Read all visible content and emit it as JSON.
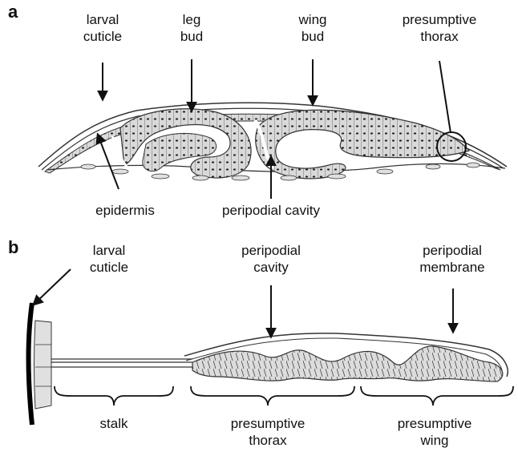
{
  "panel_a": {
    "letter": "a",
    "labels": {
      "larval_cuticle": [
        "larval",
        "cuticle"
      ],
      "leg_bud": [
        "leg",
        "bud"
      ],
      "wing_bud": [
        "wing",
        "bud"
      ],
      "presumptive_thorax": [
        "presumptive",
        "thorax"
      ],
      "epidermis": [
        "epidermis"
      ],
      "peripodial_cavity": [
        "peripodial cavity"
      ]
    }
  },
  "panel_b": {
    "letter": "b",
    "labels": {
      "larval_cuticle": [
        "larval",
        "cuticle"
      ],
      "peripodial_cavity": [
        "peripodial",
        "cavity"
      ],
      "peripodial_membrane": [
        "peripodial",
        "membrane"
      ],
      "stalk": [
        "stalk"
      ],
      "presumptive_thorax": [
        "presumptive",
        "thorax"
      ],
      "presumptive_wing": [
        "presumptive",
        "wing"
      ]
    }
  }
}
